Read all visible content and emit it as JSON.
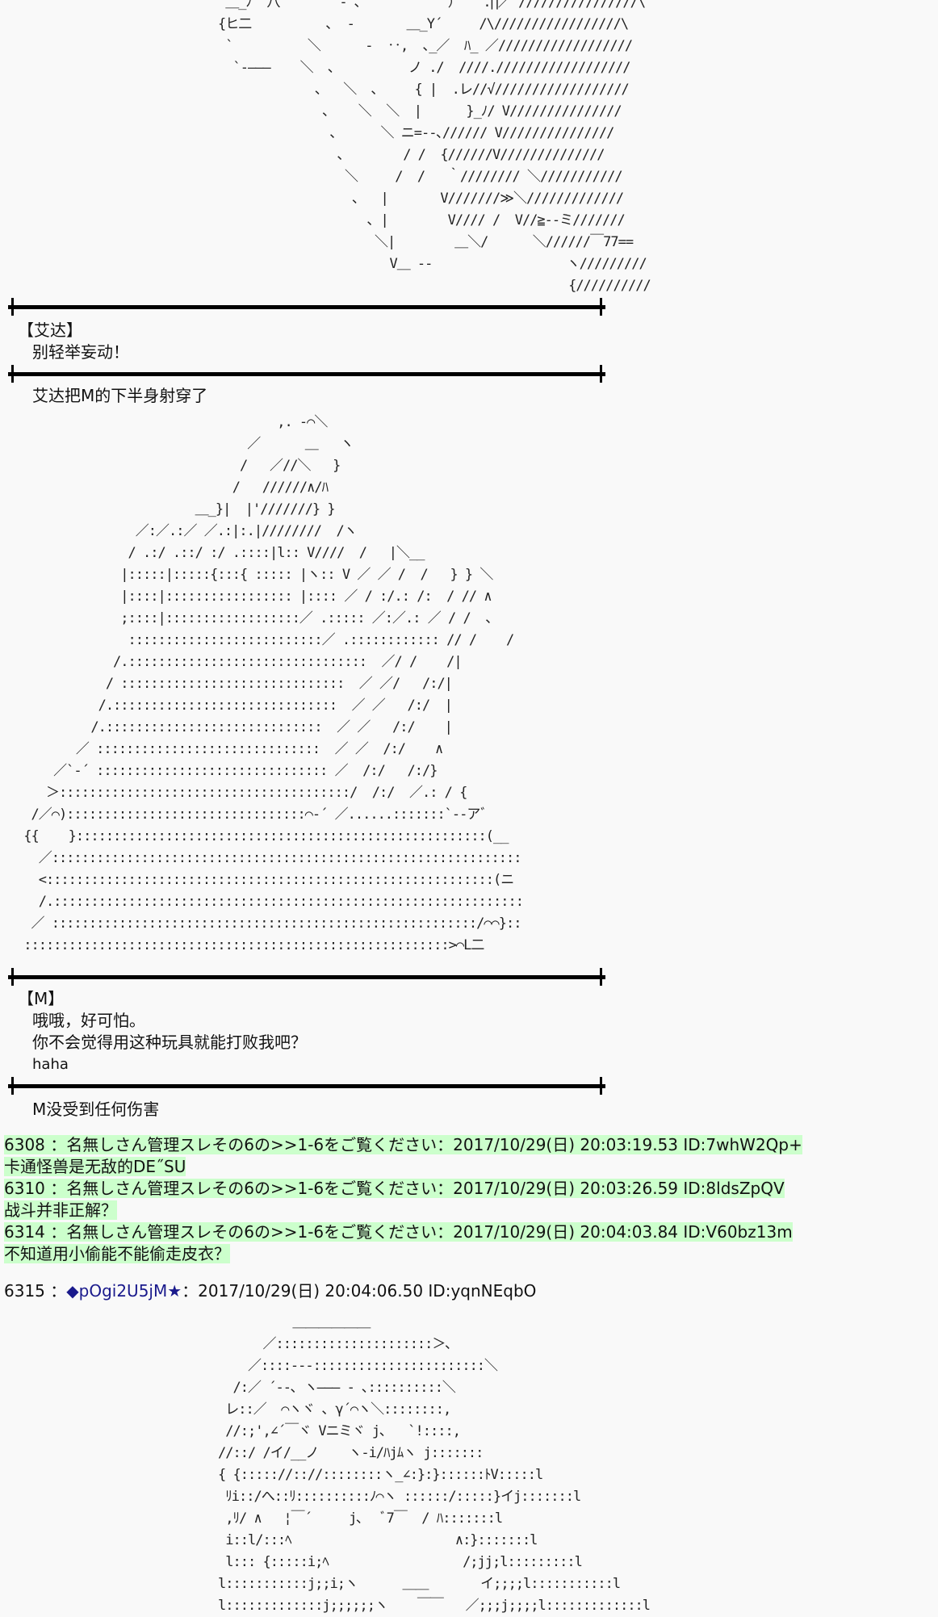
{
  "aa_top": [
    "              ＿_ﾉ  八        ‐ ､         ￣ ）   .⋂／ ////////////////\\",
    "             {ヒ二          ､  ‐       ＿_Y´     /\\/////////////////\\",
    "              `          ＼      -  ‥,  ､_／  ﾊ_ ／//////////////////",
    "               `‐―――    ＼  ､          ノ ./  ////.//////////////////",
    "                          ､   ＼  ､     { |  .レ//√//////////////////",
    "                           ､    ＼  ＼  |      }_ﾉ/ V///////////////",
    "                            ､      ＼ ニ=‐-､////// V///////////////",
    "                             ､        / /  {//////V//////////////",
    "                              ＼     /  /   ｀//////// ＼///////////",
    "                               ､   |       V///////≫＼/////////////",
    "                                 ､ |        V//// /  V//≧‐-ミ///////",
    "                                  ＼|        ＿＼/      ＼//////￣77==",
    "                                    V＿ ‐-                  ヽ/////////",
    "                                                            {//////////"
  ],
  "panel1": {
    "speaker": "【艾达】",
    "line": "别轻举妄动！"
  },
  "narration1": "艾达把M的下半身射穿了",
  "aa_mid": [
    "                                   ,. ‐⌒＼",
    "                               ／      ＿   ヽ",
    "                              /   ／//＼   }",
    "                             /   //////∧/ﾊ",
    "                        ＿_}|  |'///////} }",
    "                ／:／.:／ ／.:|:.|////////  /ヽ",
    "               / .:/ .::/ :/ .::::|l:: V////  /   |＼__",
    "              |:::::|:::::{:::{ ::::: |ヽ:: V ／ ／ /  /   } } ＼",
    "              |::::|::::::::::::::::: |:::: ／ / :/.: /:  / // ∧",
    "              ;::::|::::::::::::::::::／ .::::: ／:／.: ／ / /  、",
    "               ::::::::::::::::::::::::::／ .:::::::::::: // /    /",
    "             /.::::::::::::::::::::::::::::::::  ／/ /    /|",
    "            / ::::::::::::::::::::::::::::::  ／ ／/   /:/|",
    "           /.::::::::::::::::::::::::::::::  ／ ／   /:/  |",
    "          /.:::::::::::::::::::::::::::::  ／ ／   /:/    |",
    "        ／ ::::::::::::::::::::::::::::::  ／ ／  /:/    ∧",
    "     ／`‐´ ::::::::::::::::::::::::::::::: ／  /:/   /:/}",
    "    ＞:::::::::::::::::::::::::::::::::::::::/  /:/  ／.: / {",
    "  /／⌒)::::::::::::::::::::::::::::::::⌒‐´ ／......:::::::`‐‐アﾞ",
    " {{    }:::::::::::::::::::::::::::::::::::::::::::::::::::::::(__",
    "   ／:::::::::::::::::::::::::::::::::::::::::::::::::::::::::::::::",
    "   <::::::::::::::::::::::::::::::::::::::::::::::::::::::::::::(ニ",
    "   /.:::::::::::::::::::::::::::::::::::::::::::::::::::::::::::::::",
    "  ／ :::::::::::::::::::::::::::::::::::::::::::::::::::::::::/⌒⌒}::",
    " :::::::::::::::::::::::::::::::::::::::::::::::::::::::::>⌒L二"
  ],
  "panel2": {
    "speaker": "【M】",
    "lines": [
      "哦哦，好可怕。",
      "你不会觉得用这种玩具就能打败我吧？",
      "haha"
    ]
  },
  "narration2": "M没受到任何伤害",
  "comments": [
    {
      "header": "6308 ：名無しさん管理スレその6の>>1-6をご覧ください：2017/10/29(日) 20:03:19.53 ID:7whW2Qp+",
      "body": "卡通怪兽是无敌的DE˝SU"
    },
    {
      "header": "6310 ：名無しさん管理スレその6の>>1-6をご覧ください：2017/10/29(日) 20:03:26.59 ID:8ldsZpQV",
      "body": "战斗并非正解？"
    },
    {
      "header": "6314 ：名無しさん管理スレその6の>>1-6をご覧ください：2017/10/29(日) 20:04:03.84 ID:V60bz13m",
      "body": "不知道用小偷能不能偷走皮衣？"
    }
  ],
  "post": {
    "number": "6315 ：",
    "trip": "◆pOgi2U5jM",
    "star": "★",
    "rest": "：2017/10/29(日) 20:04:06.50 ID:yqnNEqbO"
  },
  "aa_bottom": [
    "                       ＿＿＿＿＿＿",
    "                   ／:::::::::::::::::::::＞､",
    "                 ／::::‐‐‐:::::::::::::::::::::::＼",
    "               /:／ ´‐-､ ヽ――― ‐ ､::::::::::＼",
    "              レ::／  ⌒ヽヾ ､ γ´⌒ヽ＼::::::::,",
    "              //:;',∠´￣ヾ Vニミヾ j､   `!::::,",
    "             //::/ /イ/__ノ    ヽ‐i/ﾊjﾑヽ j:::::::",
    "             { {::::://:://::::::::ヽ_∠:}:}::::::ﾄV:::::l",
    "              ﾘi::/へ::ﾘ::::::::::ﾉ⌒ヽ ::::::/:::::}イj:::::::l",
    "              ,ﾘ/ ∧   ¦￣´     j､   ﾞ7￣  / ﾊ:::::::l",
    "              i::l/:::ﾍ                      ∧:}:::::::l",
    "              l::: {:::::i;ﾍ                  /;jj;l:::::::::l",
    "             l:::::::::::j;;i;ヽ      ＿＿       イ;;;;l:::::::::::l",
    "             l:::::::::::::j;;;;;;ヽ    ￣￣   ／;;;j;;;;l:::::::::::::l"
  ],
  "colors": {
    "background": "#f9f9f9",
    "comment_highlight": "#ccffcc",
    "trip": "#1a1a8c"
  }
}
